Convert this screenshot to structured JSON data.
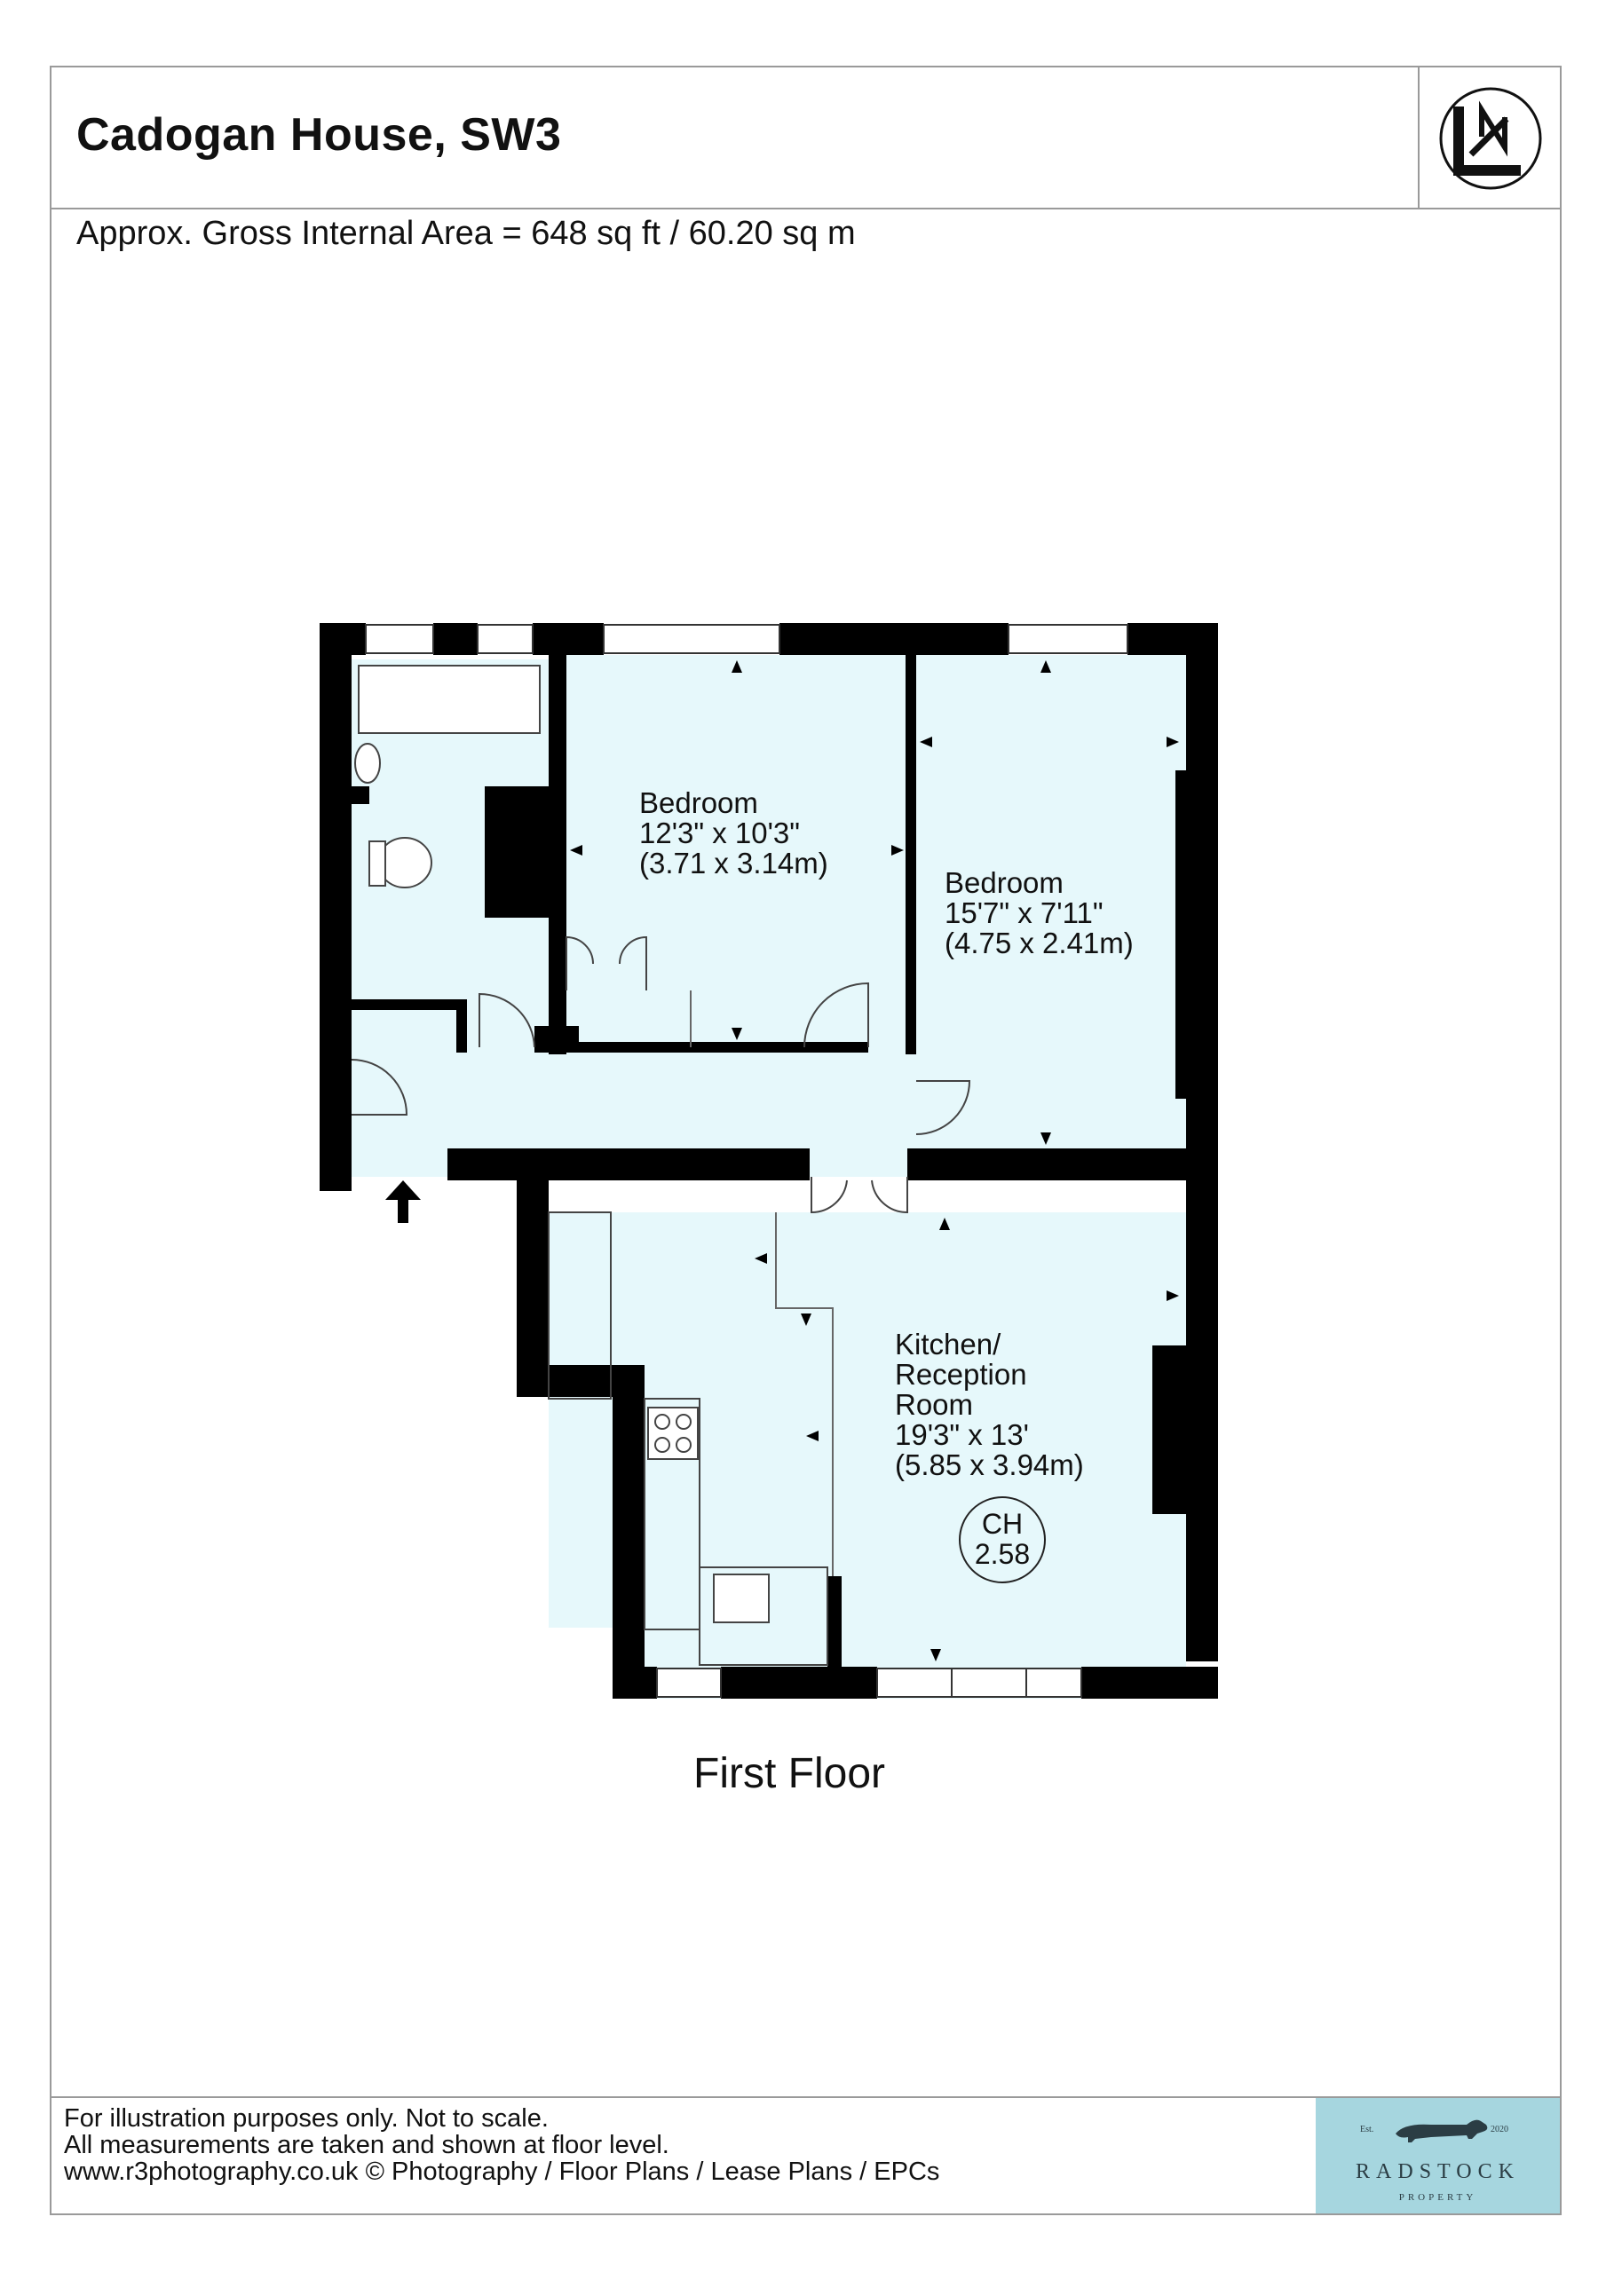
{
  "header": {
    "title": "Cadogan House, SW3",
    "area": "Approx. Gross Internal Area = 648 sq ft  /  60.20 sq m"
  },
  "colors": {
    "room_fill": "#e6f8fb",
    "wall": "#000000",
    "brand_bg": "#a6d6df"
  },
  "rooms": [
    {
      "name": "Bedroom",
      "imperial": "12'3\" x 10'3\"",
      "metric": "(3.71 x 3.14m)"
    },
    {
      "name": "Bedroom",
      "imperial": "15'7\" x 7'11\"",
      "metric": "(4.75 x 2.41m)"
    },
    {
      "name_line1": "Kitchen/",
      "name_line2": "Reception",
      "name_line3": "Room",
      "imperial": "19'3\" x 13'",
      "metric": "(5.85 x 3.94m)"
    }
  ],
  "ceiling_height": {
    "label": "CH",
    "value": "2.58"
  },
  "floor_label": "First Floor",
  "icons": {
    "compass": "north-arrow-icon",
    "entrance": "entrance-arrow-icon",
    "brand_emblem": "dachshund-icon"
  },
  "footer": {
    "line1": "For illustration purposes only. Not to scale.",
    "line2": "All measurements are taken and shown at floor level.",
    "line3": "www.r3photography.co.uk © Photography / Floor Plans / Lease Plans / EPCs"
  },
  "brand": {
    "est": "Est.",
    "year": "2020",
    "name": "RADSTOCK",
    "sub": "PROPERTY"
  }
}
